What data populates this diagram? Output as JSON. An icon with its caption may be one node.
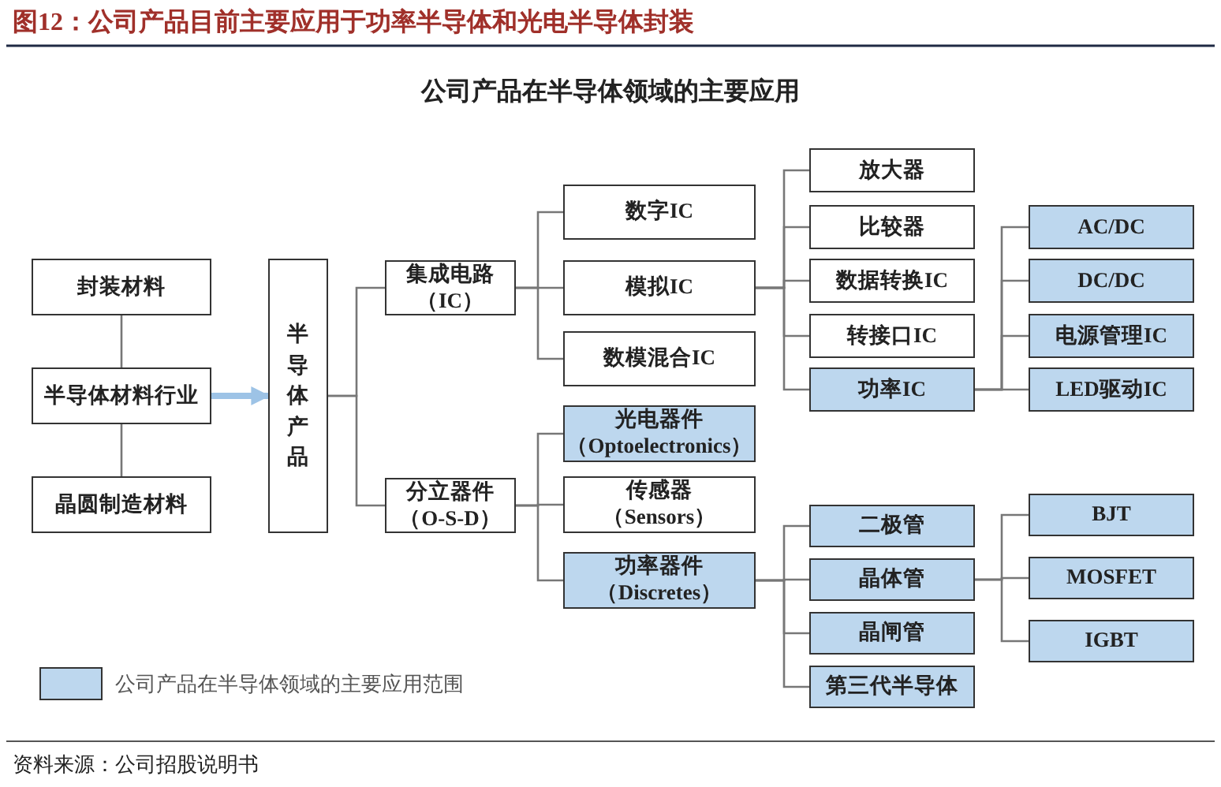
{
  "diagram": {
    "title": "图12：公司产品目前主要应用于功率半导体和光电半导体封装",
    "caption": "资料来源：公司招股说明书",
    "nodes": [
      {
        "text": [
          "封装材料"
        ]
      },
      {
        "text": [
          "半导体材料行业"
        ]
      },
      {
        "text": [
          "晶圆制造材料"
        ]
      },
      {
        "text": [
          "半导体产品"
        ]
      },
      {
        "text": [
          "集成电路（IC）"
        ]
      },
      {
        "text": [
          "分立器件（O-S-D）"
        ]
      },
      {
        "text": [
          "数字IC"
        ]
      },
      {
        "text": [
          "模拟IC"
        ]
      },
      {
        "text": [
          "数模混合IC"
        ]
      },
      {
        "text": [
          "光电器件（Optoelectronics）"
        ]
      },
      {
        "text": [
          "传感器（Sensors）"
        ]
      },
      {
        "text": [
          "功率器件（Discretes）"
        ]
      },
      {
        "text": [
          "放大器"
        ]
      },
      {
        "text": [
          "比较器"
        ]
      },
      {
        "text": [
          "数据转换IC"
        ]
      },
      {
        "text": [
          "转接口IC"
        ]
      },
      {
        "text": [
          "功率IC"
        ]
      },
      {
        "text": [
          "AC/DC"
        ]
      },
      {
        "text": [
          "DC/DC"
        ]
      },
      {
        "text": [
          "电源管理IC"
        ]
      },
      {
        "text": [
          "LED驱动IC"
        ]
      },
      {
        "text": [
          "二极管"
        ]
      },
      {
        "text": [
          "晶体管"
        ]
      },
      {
        "text": [
          "晶闸管"
        ]
      },
      {
        "text": [
          "第三代半导体"
        ]
      },
      {
        "text": [
          "BJT"
        ]
      },
      {
        "text": [
          "MOSFET"
        ]
      },
      {
        "text": [
          "IGBT"
        ]
      }
    ],
    "edges": [
      {
        "from": 1,
        "to": 0,
        "arrow": "none"
      },
      {
        "from": 1,
        "to": 2,
        "arrow": "none"
      },
      {
        "from": 1,
        "to": 3,
        "arrow": "to",
        "style": "thick",
        "color": "#9dc3e6"
      },
      {
        "from": 3,
        "to": 4,
        "arrow": "none"
      },
      {
        "from": 3,
        "to": 5,
        "arrow": "none"
      },
      {
        "from": 4,
        "to": 6,
        "arrow": "none"
      },
      {
        "from": 4,
        "to": 7,
        "arrow": "none"
      },
      {
        "from": 4,
        "to": 8,
        "arrow": "none"
      },
      {
        "from": 5,
        "to": 9,
        "arrow": "none"
      },
      {
        "from": 5,
        "to": 10,
        "arrow": "none"
      },
      {
        "from": 5,
        "to": 11,
        "arrow": "none"
      },
      {
        "from": 7,
        "to": 12,
        "arrow": "none"
      },
      {
        "from": 7,
        "to": 13,
        "arrow": "none"
      },
      {
        "from": 7,
        "to": 14,
        "arrow": "none"
      },
      {
        "from": 7,
        "to": 15,
        "arrow": "none"
      },
      {
        "from": 7,
        "to": 16,
        "arrow": "none"
      },
      {
        "from": 16,
        "to": 17,
        "arrow": "none"
      },
      {
        "from": 16,
        "to": 18,
        "arrow": "none"
      },
      {
        "from": 16,
        "to": 19,
        "arrow": "none"
      },
      {
        "from": 16,
        "to": 20,
        "arrow": "none"
      },
      {
        "from": 11,
        "to": 21,
        "arrow": "none"
      },
      {
        "from": 11,
        "to": 22,
        "arrow": "none"
      },
      {
        "from": 11,
        "to": 23,
        "arrow": "none"
      },
      {
        "from": 11,
        "to": 24,
        "arrow": "none"
      },
      {
        "from": 22,
        "to": 25,
        "arrow": "none"
      },
      {
        "from": 22,
        "to": 26,
        "arrow": "none"
      },
      {
        "from": 22,
        "to": 27,
        "arrow": "none"
      }
    ],
    "labels": [
      "公司产品在半导体领域的主要应用"
    ],
    "legend": [
      {
        "text": "公司产品在半导体领域的主要应用范围",
        "color": "#bdd7ee"
      }
    ]
  }
}
